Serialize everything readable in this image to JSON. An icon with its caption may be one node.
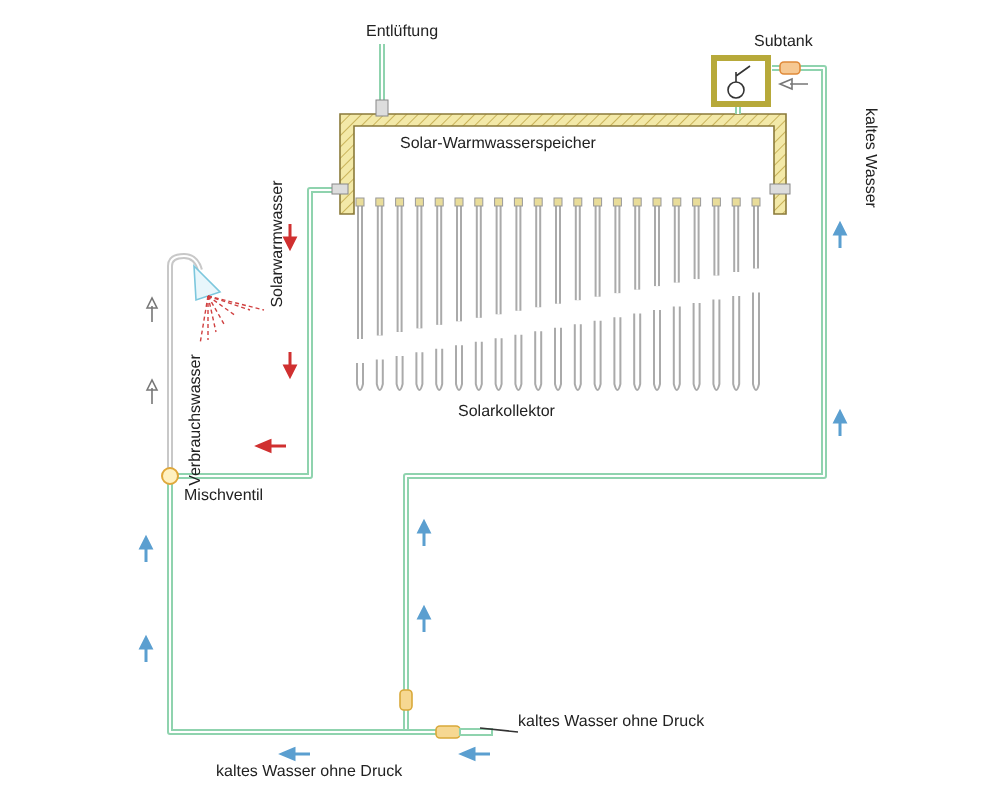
{
  "diagram": {
    "nodes": [
      {
        "text": [
          "kaltes Wasser ohne Druck"
        ]
      },
      {
        "text": [],
        "shape": "pipe"
      }
    ],
    "edges": [
      {
        "from": 0,
        "to": 1,
        "arrow": "none"
      }
    ],
    "labels": [
      "Entlüftung",
      "Subtank",
      "Solar-Warmwasserspeicher",
      "Solarwarmwasser",
      "kaltes Wasser",
      "Verbrauchswasser",
      "Solarkollektor",
      "Mischventil",
      "kaltes Wasser ohne Druck"
    ]
  }
}
